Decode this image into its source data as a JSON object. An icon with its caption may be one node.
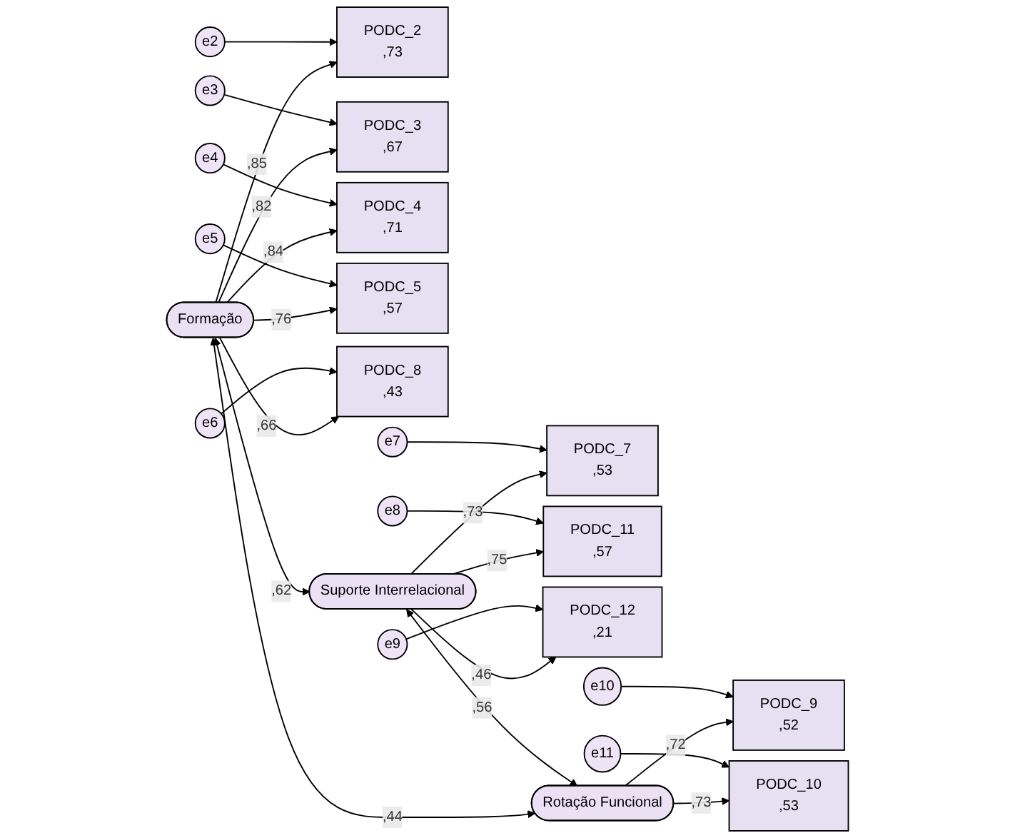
{
  "diagram": {
    "nodes": [
      {
        "text": [
          "Formação"
        ]
      },
      {
        "text": [
          "PODC_2",
          ",73"
        ]
      },
      {
        "text": [
          "PODC_3",
          ",67"
        ]
      },
      {
        "text": [
          "PODC_4",
          ",71"
        ]
      },
      {
        "text": [
          "PODC_5",
          ",57"
        ]
      },
      {
        "text": [
          "PODC_8",
          ",43"
        ]
      },
      {
        "text": [
          "Suporte Interrelacional"
        ]
      },
      {
        "text": [
          "PODC_7",
          ",53"
        ]
      },
      {
        "text": [
          "PODC_11",
          ",57"
        ]
      },
      {
        "text": [
          "PODC_12",
          ",21"
        ]
      },
      {
        "text": [
          "Rotação Funcional"
        ]
      },
      {
        "text": [
          "PODC_9",
          ",52"
        ]
      },
      {
        "text": [
          "PODC_10",
          ",53"
        ]
      },
      {
        "text": [
          "e2"
        ]
      },
      {
        "text": [
          "e3"
        ]
      },
      {
        "text": [
          "e4"
        ]
      },
      {
        "text": [
          "e5"
        ]
      },
      {
        "text": [
          "e6"
        ]
      },
      {
        "text": [
          "e7"
        ]
      },
      {
        "text": [
          "e8"
        ]
      },
      {
        "text": [
          "e9"
        ]
      },
      {
        "text": [
          "e10"
        ]
      },
      {
        "text": [
          "e11"
        ]
      }
    ],
    "edges": [
      {
        "from": 0,
        "to": 1,
        "arrow": "to",
        "label": ",85"
      },
      {
        "from": 0,
        "to": 2,
        "arrow": "to",
        "label": ",82"
      },
      {
        "from": 0,
        "to": 3,
        "arrow": "to",
        "label": ",84"
      },
      {
        "from": 0,
        "to": 4,
        "arrow": "to",
        "label": ",76"
      },
      {
        "from": 0,
        "to": 5,
        "arrow": "to",
        "label": ",66"
      },
      {
        "from": 6,
        "to": 7,
        "arrow": "to",
        "label": ",73"
      },
      {
        "from": 6,
        "to": 8,
        "arrow": "to",
        "label": ",75"
      },
      {
        "from": 6,
        "to": 9,
        "arrow": "to",
        "label": ",46"
      },
      {
        "from": 10,
        "to": 11,
        "arrow": "to",
        "label": ",72"
      },
      {
        "from": 10,
        "to": 12,
        "arrow": "to",
        "label": ",73"
      },
      {
        "from": 13,
        "to": 1,
        "arrow": "to"
      },
      {
        "from": 14,
        "to": 2,
        "arrow": "to"
      },
      {
        "from": 15,
        "to": 3,
        "arrow": "to"
      },
      {
        "from": 16,
        "to": 4,
        "arrow": "to"
      },
      {
        "from": 17,
        "to": 5,
        "arrow": "to"
      },
      {
        "from": 18,
        "to": 7,
        "arrow": "to"
      },
      {
        "from": 19,
        "to": 8,
        "arrow": "to"
      },
      {
        "from": 20,
        "to": 9,
        "arrow": "to"
      },
      {
        "from": 21,
        "to": 11,
        "arrow": "to"
      },
      {
        "from": 22,
        "to": 12,
        "arrow": "to"
      },
      {
        "from": 0,
        "to": 6,
        "arrow": "both",
        "label": ",62"
      },
      {
        "from": 0,
        "to": 10,
        "arrow": "both",
        "label": ",44"
      },
      {
        "from": 6,
        "to": 10,
        "arrow": "both",
        "label": ",56"
      }
    ]
  }
}
